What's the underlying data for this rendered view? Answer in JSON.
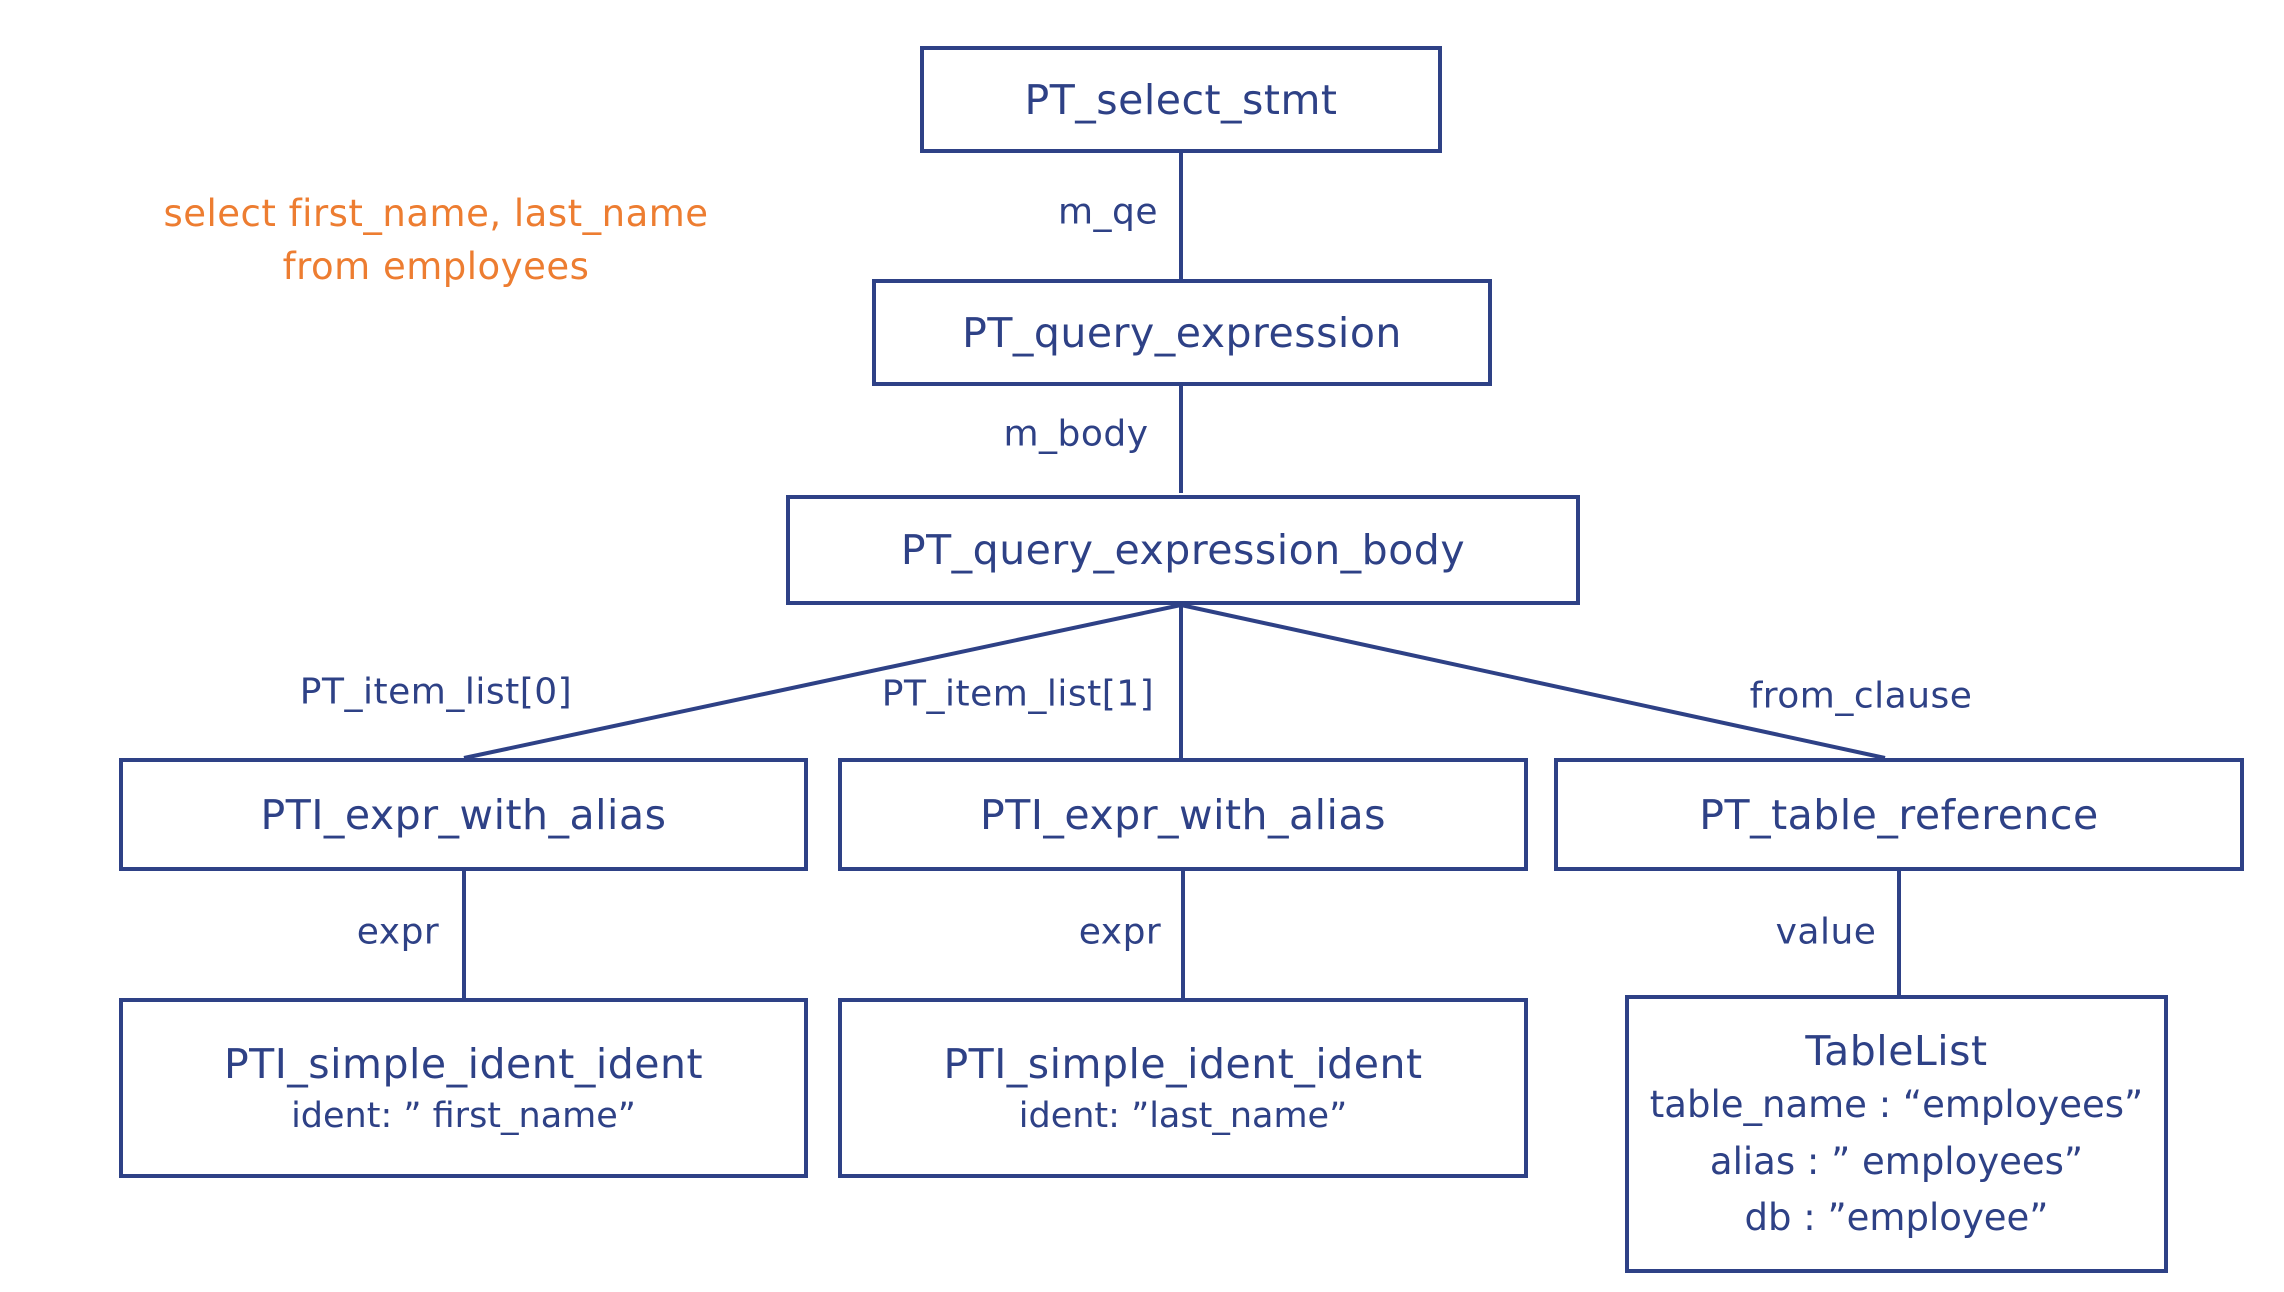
{
  "diagram": {
    "colors": {
      "node_ink": "#2e4186",
      "annotation_orange": "#ed7d31",
      "background": "#ffffff"
    },
    "annotation": {
      "line1": "select first_name, last_name",
      "line2": "from employees"
    },
    "nodes": {
      "pt_select_stmt": {
        "title": "PT_select_stmt"
      },
      "pt_query_expression": {
        "title": "PT_query_expression"
      },
      "pt_query_expression_body": {
        "title": "PT_query_expression_body"
      },
      "pti_expr_with_alias_0": {
        "title": "PTI_expr_with_alias"
      },
      "pti_expr_with_alias_1": {
        "title": "PTI_expr_with_alias"
      },
      "pt_table_reference": {
        "title": "PT_table_reference"
      },
      "pti_simple_ident_0": {
        "title": "PTI_simple_ident_ident",
        "detail": "ident: ” first_name”"
      },
      "pti_simple_ident_1": {
        "title": "PTI_simple_ident_ident",
        "detail": "ident: ”last_name”"
      },
      "table_list": {
        "title": "TableList",
        "details": [
          "table_name : “employees”",
          "alias : ” employees”",
          "db : ”employee”"
        ]
      }
    },
    "edges": {
      "m_qe": "m_qe",
      "m_body": "m_body",
      "pt_item_list_0": "PT_item_list[0]",
      "pt_item_list_1": "PT_item_list[1]",
      "from_clause": "from_clause",
      "expr_0": "expr",
      "expr_1": "expr",
      "value": "value"
    }
  }
}
